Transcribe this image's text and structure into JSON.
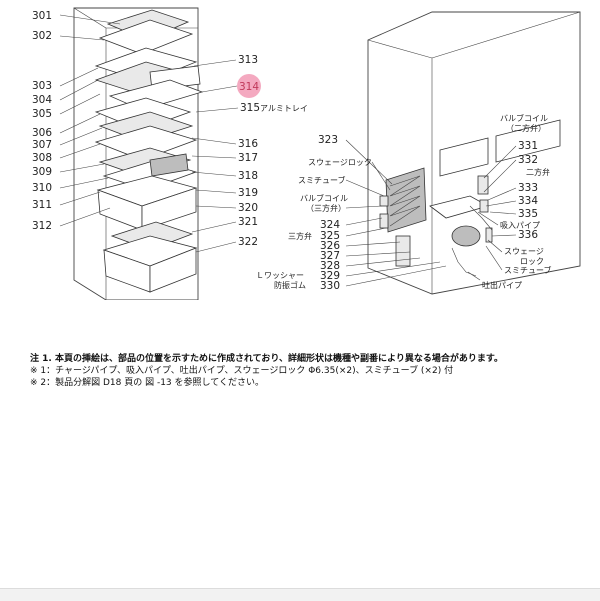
{
  "left_labels": [
    "301",
    "302",
    "303",
    "304",
    "305",
    "306",
    "307",
    "308",
    "309",
    "310",
    "311",
    "312"
  ],
  "right_labels": [
    "313",
    "315",
    "316",
    "317",
    "318",
    "319",
    "320",
    "321",
    "322"
  ],
  "highlight_label": "314",
  "highlight_color": "#f4a9c0",
  "tray_name": "アルミトレイ",
  "rear_left_labels": {
    "l323": "323",
    "swage_lock": "スウェージロック",
    "sumi_tube": "スミチューブ",
    "valve_coil": "バルブコイル",
    "three_way_paren": "（三方弁）",
    "l324": "324",
    "three_way": "三方弁",
    "l325": "325",
    "l326": "326",
    "l327": "327",
    "l328": "328",
    "l_washer": "Ｌワッシャー",
    "l329": "329",
    "rubber": "防振ゴム",
    "l330": "330"
  },
  "rear_right_labels": {
    "valve_coil": "バルブコイル",
    "two_way_paren": "（二方弁）",
    "l331": "331",
    "l332": "332",
    "two_way": "二方弁",
    "l333": "333",
    "l334": "334",
    "l335": "335",
    "suction_pipe": "吸入パイプ",
    "l336": "336",
    "swage_1": "スウェージ",
    "swage_2": "ロック",
    "sumi_tube": "スミチューブ",
    "discharge_pipe": "吐出パイプ"
  },
  "notes": {
    "line1": "注 1. 本頁の挿絵は、部品の位置を示すために作成されており、詳細形状は機種や副番により異なる場合があります。",
    "line2": "※ 1：チャージパイプ、吸入パイプ、吐出パイプ、スウェージロック Φ6.35(×2)、スミチューブ (×2) 付",
    "line3": "※ 2：製品分解図 D18 頁の 図 -13 を参照してください。"
  }
}
